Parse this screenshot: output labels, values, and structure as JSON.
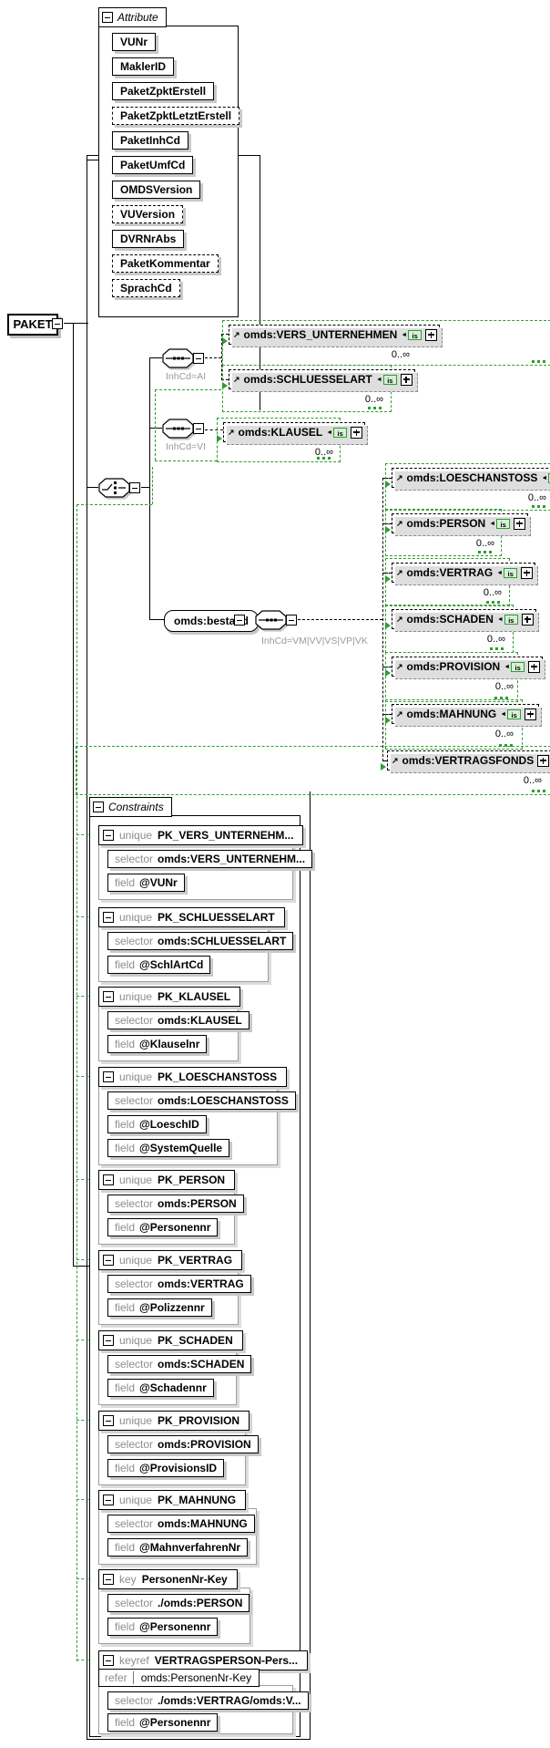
{
  "palette": {
    "green": "#2f9e2f",
    "gray_label": "#8c8c8c",
    "shadow": "#c8c8c8"
  },
  "root": {
    "name": "PAKET"
  },
  "attributes": {
    "label": "Attribute",
    "items": [
      {
        "name": "VUNr",
        "required": true
      },
      {
        "name": "MaklerID",
        "required": true
      },
      {
        "name": "PaketZpktErstell",
        "required": true
      },
      {
        "name": "PaketZpktLetztErstell",
        "required": false
      },
      {
        "name": "PaketInhCd",
        "required": true
      },
      {
        "name": "PaketUmfCd",
        "required": true
      },
      {
        "name": "OMDSVersion",
        "required": true
      },
      {
        "name": "VUVersion",
        "required": false
      },
      {
        "name": "DVRNrAbs",
        "required": true
      },
      {
        "name": "PaketKommentar",
        "required": false
      },
      {
        "name": "SprachCd",
        "required": false
      }
    ]
  },
  "content": {
    "sequences": [
      {
        "label": "InhCd=AI"
      },
      {
        "label": "InhCd=VI"
      },
      {
        "label": "InhCd=VM|VV|VS|VP|VK"
      }
    ],
    "bestand": {
      "name": "omds:bestand"
    },
    "elements": [
      {
        "name": "omds:VERS_UNTERNEHMEN",
        "cardinality": "0..∞",
        "badge": "is"
      },
      {
        "name": "omds:SCHLUESSELART",
        "cardinality": "0..∞",
        "badge": "is"
      },
      {
        "name": "omds:KLAUSEL",
        "cardinality": "0..∞",
        "badge": "is"
      },
      {
        "name": "omds:LOESCHANSTOSS",
        "cardinality": "0..∞",
        "badge": "is"
      },
      {
        "name": "omds:PERSON",
        "cardinality": "0..∞",
        "badge": "is"
      },
      {
        "name": "omds:VERTRAG",
        "cardinality": "0..∞",
        "badge": "is"
      },
      {
        "name": "omds:SCHADEN",
        "cardinality": "0..∞",
        "badge": "is"
      },
      {
        "name": "omds:PROVISION",
        "cardinality": "0..∞",
        "badge": "is"
      },
      {
        "name": "omds:MAHNUNG",
        "cardinality": "0..∞",
        "badge": "is"
      },
      {
        "name": "omds:VERTRAGSFONDS",
        "cardinality": "0..∞",
        "badge": null
      }
    ]
  },
  "constraints": {
    "label": "Constraints",
    "row_labels": {
      "selector": "selector",
      "field": "field",
      "refer": "refer"
    },
    "groups": [
      {
        "kind": "unique",
        "name": "PK_VERS_UNTERNEHM...",
        "selector": "omds:VERS_UNTERNEHM...",
        "fields": [
          "@VUNr"
        ]
      },
      {
        "kind": "unique",
        "name": "PK_SCHLUESSELART",
        "selector": "omds:SCHLUESSELART",
        "fields": [
          "@SchlArtCd"
        ]
      },
      {
        "kind": "unique",
        "name": "PK_KLAUSEL",
        "selector": "omds:KLAUSEL",
        "fields": [
          "@Klauselnr"
        ]
      },
      {
        "kind": "unique",
        "name": "PK_LOESCHANSTOSS",
        "selector": "omds:LOESCHANSTOSS",
        "fields": [
          "@LoeschID",
          "@SystemQuelle"
        ]
      },
      {
        "kind": "unique",
        "name": "PK_PERSON",
        "selector": "omds:PERSON",
        "fields": [
          "@Personennr"
        ]
      },
      {
        "kind": "unique",
        "name": "PK_VERTRAG",
        "selector": "omds:VERTRAG",
        "fields": [
          "@Polizzennr"
        ]
      },
      {
        "kind": "unique",
        "name": "PK_SCHADEN",
        "selector": "omds:SCHADEN",
        "fields": [
          "@Schadennr"
        ]
      },
      {
        "kind": "unique",
        "name": "PK_PROVISION",
        "selector": "omds:PROVISION",
        "fields": [
          "@ProvisionsID"
        ]
      },
      {
        "kind": "unique",
        "name": "PK_MAHNUNG",
        "selector": "omds:MAHNUNG",
        "fields": [
          "@MahnverfahrenNr"
        ]
      },
      {
        "kind": "key",
        "name": "PersonenNr-Key",
        "selector": "./omds:PERSON",
        "fields": [
          "@Personennr"
        ]
      },
      {
        "kind": "keyref",
        "name": "VERTRAGSPERSON-Pers...",
        "refer": "omds:PersonenNr-Key",
        "selector": "./omds:VERTRAG/omds:V...",
        "fields": [
          "@Personennr"
        ]
      }
    ]
  }
}
